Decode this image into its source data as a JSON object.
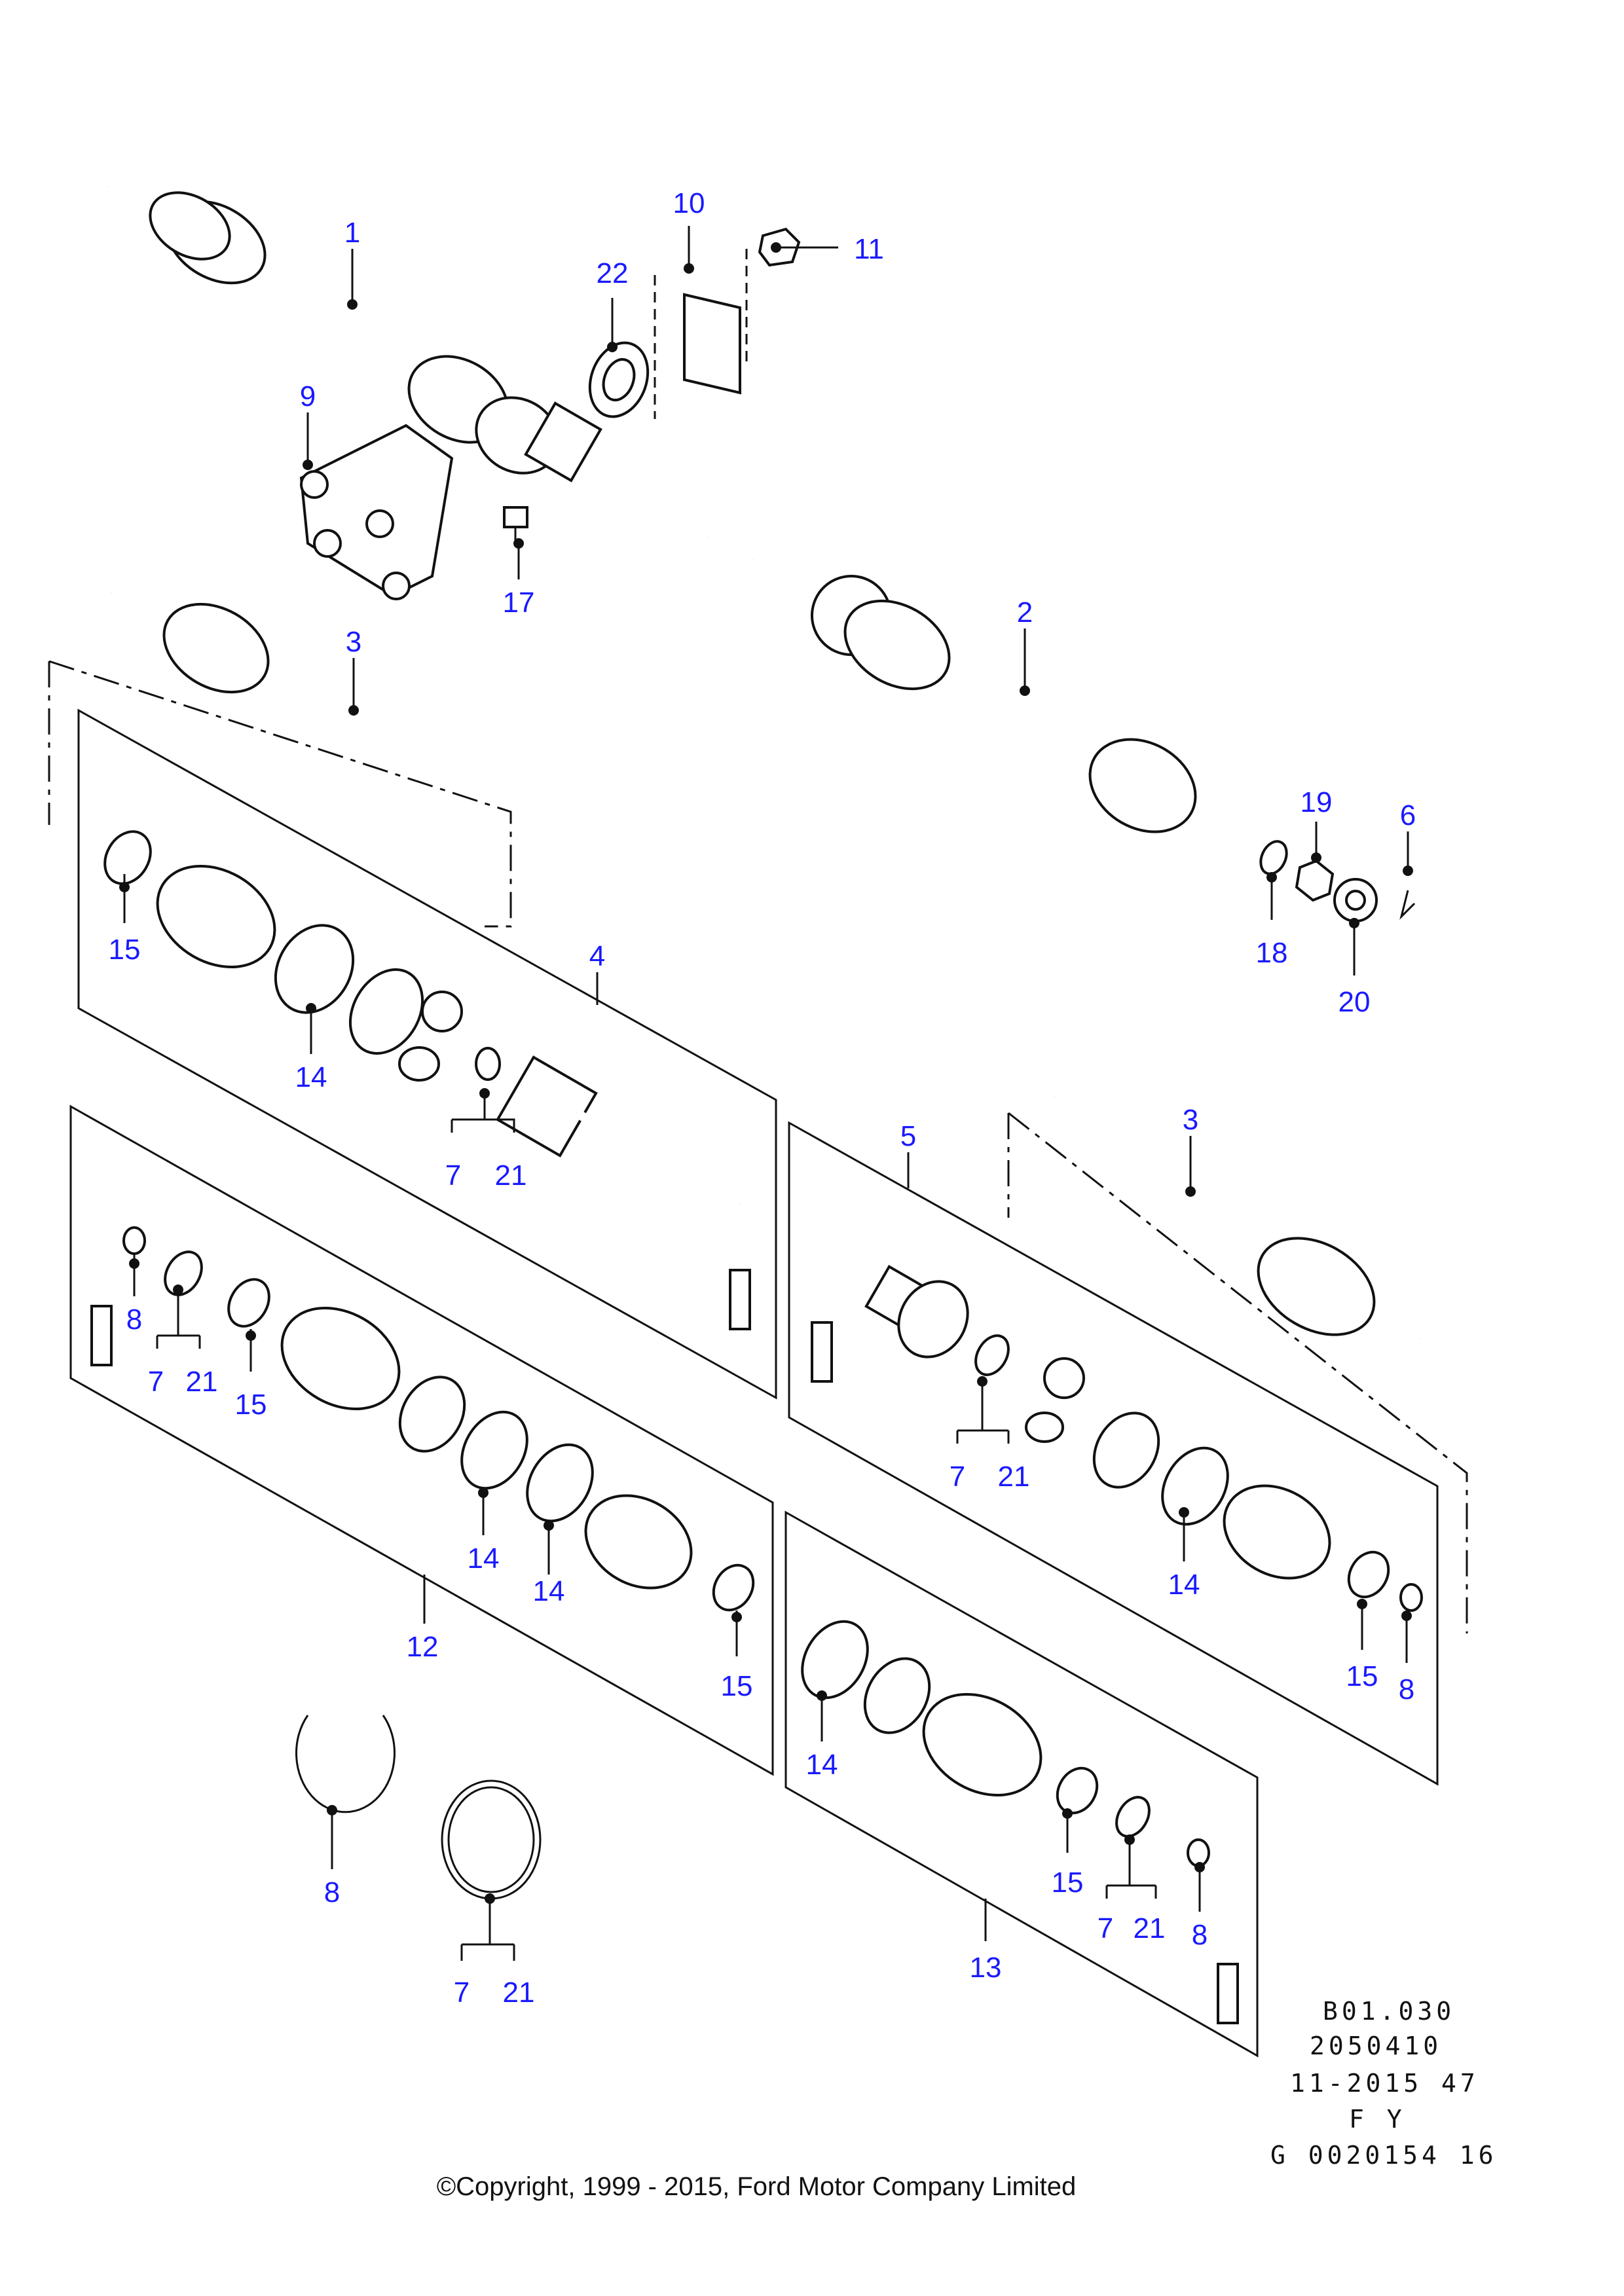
{
  "callouts": {
    "c1": "1",
    "c2": "2",
    "c3a": "3",
    "c3b": "3",
    "c4": "4",
    "c5": "5",
    "c6": "6",
    "c7a": "7",
    "c7b": "7",
    "c7c": "7",
    "c7d": "7",
    "c7e": "7",
    "c8a": "8",
    "c8b": "8",
    "c8c": "8",
    "c8d": "8",
    "c9": "9",
    "c10": "10",
    "c11": "11",
    "c12": "12",
    "c13": "13",
    "c14a": "14",
    "c14b": "14",
    "c14c": "14",
    "c14d": "14",
    "c14e": "14",
    "c15a": "15",
    "c15b": "15",
    "c15c": "15",
    "c15d": "15",
    "c15e": "15",
    "c17": "17",
    "c18": "18",
    "c19": "19",
    "c20": "20",
    "c21a": "21",
    "c21b": "21",
    "c21c": "21",
    "c21d": "21",
    "c21e": "21",
    "c22": "22"
  },
  "reference": {
    "line1": "B01.030",
    "line2": "2050410",
    "line3": "11-2015 47",
    "line4": "F Y",
    "line5": "G 0020154 16"
  },
  "copyright": "©Copyright, 1999 - 2015, Ford Motor Company Limited",
  "colors": {
    "callout": "#1a1aff",
    "line": "#111111",
    "background": "#ffffff"
  }
}
